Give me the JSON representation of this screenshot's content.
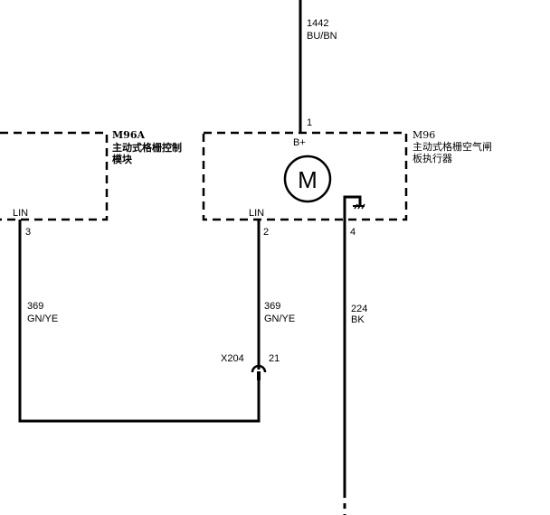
{
  "modules": {
    "m96a": {
      "id": "M96A",
      "name_line1": "主动式格栅控制",
      "name_line2": "模块",
      "pin_label": "LIN",
      "pin_number": "3"
    },
    "m96": {
      "id": "M96",
      "name_line1": "主动式格栅空气闸",
      "name_line2": "板执行器",
      "motor_symbol": "M",
      "power_label": "B+",
      "power_pin": "1",
      "lin_label": "LIN",
      "lin_pin": "2",
      "ground_pin": "4"
    }
  },
  "wires": {
    "power": {
      "circuit": "1442",
      "color": "BU/BN"
    },
    "lin_left": {
      "circuit": "369",
      "color": "GN/YE"
    },
    "lin_right": {
      "circuit": "369",
      "color": "GN/YE"
    },
    "ground": {
      "circuit": "224",
      "color": "BK"
    }
  },
  "connector": {
    "id": "X204",
    "pin": "21"
  }
}
